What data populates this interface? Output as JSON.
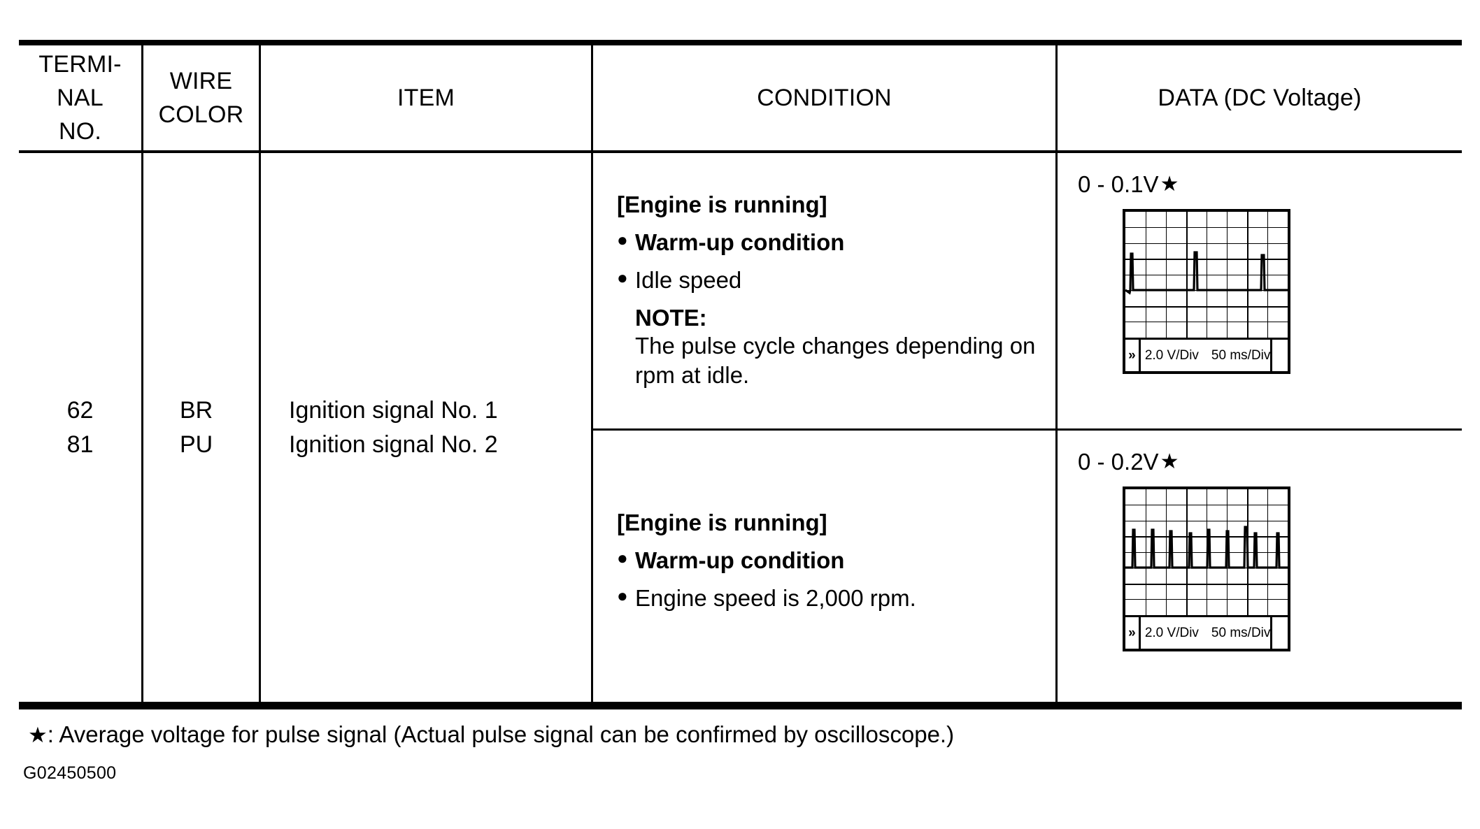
{
  "table": {
    "headers": [
      {
        "id": "terminal-no",
        "label": "TERMI-\nNAL\nNO."
      },
      {
        "id": "wire-color",
        "label": "WIRE\nCOLOR"
      },
      {
        "id": "item",
        "label": "ITEM"
      },
      {
        "id": "condition",
        "label": "CONDITION"
      },
      {
        "id": "data",
        "label": "DATA (DC Voltage)"
      }
    ],
    "row": {
      "terminal_no": "62\n81",
      "wire_color": "BR\nPU",
      "item": "Ignition signal No. 1\nIgnition signal No. 2",
      "conditions": [
        {
          "heading": "[Engine is running]",
          "bullets": [
            {
              "text": "Warm-up condition",
              "bold": true,
              "marker": "●"
            },
            {
              "text": "Idle speed",
              "bold": false,
              "marker": "●"
            }
          ],
          "note_title": "NOTE:",
          "note_text": "The pulse cycle changes depending on rpm at idle."
        },
        {
          "heading": "[Engine is running]",
          "bullets": [
            {
              "text": "Warm-up condition",
              "bold": true,
              "marker": "●"
            },
            {
              "text": "Engine speed is 2,000 rpm.",
              "bold": false,
              "marker": "●"
            }
          ],
          "note_title": "",
          "note_text": ""
        }
      ],
      "data": [
        {
          "voltage": "0 - 0.1V",
          "star": "★",
          "scope": {
            "chevron": "»",
            "volts_per_div": "2.0 V/Div",
            "time_per_div": "50 ms/Div"
          }
        },
        {
          "voltage": "0 - 0.2V",
          "star": "★",
          "scope": {
            "chevron": "»",
            "volts_per_div": "2.0 V/Div",
            "time_per_div": "50 ms/Div"
          }
        }
      ]
    }
  },
  "footnote": {
    "star": "★",
    "text": ": Average voltage for pulse signal (Actual pulse signal can be confirmed by oscilloscope.)"
  },
  "document_code": "G02450500",
  "chart_data": [
    {
      "type": "line",
      "title": "0 - 0.1V",
      "xlabel": "50 ms/Div",
      "ylabel": "2.0 V/Div",
      "grid": true,
      "grid_divisions_x": 8,
      "grid_divisions_y": 8,
      "baseline_div_from_top": 4,
      "pulses_div_x": [
        0.22,
        3.35,
        6.72
      ],
      "pulse_height_div": [
        1.45,
        1.45,
        1.45
      ],
      "xlim": [
        0,
        8
      ],
      "ylim": [
        0,
        8
      ]
    },
    {
      "type": "line",
      "title": "0 - 0.2V",
      "xlabel": "50 ms/Div",
      "ylabel": "2.0 V/Div",
      "grid": true,
      "grid_divisions_x": 8,
      "grid_divisions_y": 8,
      "baseline_div_from_top": 4,
      "pulses_div_x": [
        0.38,
        1.32,
        2.22,
        3.18,
        4.08,
        5.02,
        5.98,
        6.45,
        7.62
      ],
      "pulse_height_div": [
        1.45,
        1.45,
        1.35,
        1.25,
        1.45,
        1.35,
        1.65,
        1.25,
        1.25
      ],
      "xlim": [
        0,
        8
      ],
      "ylim": [
        0,
        8
      ]
    }
  ]
}
